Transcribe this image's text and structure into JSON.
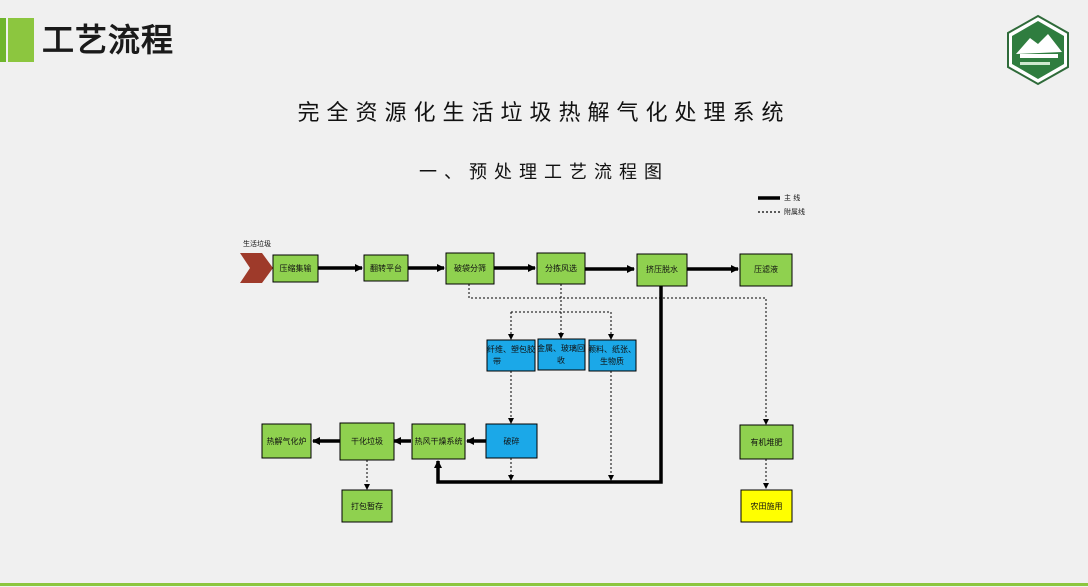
{
  "header": {
    "title": "工艺流程"
  },
  "document": {
    "title": "完全资源化生活垃圾热解气化处理系统",
    "subtitle": "一、预处理工艺流程图"
  },
  "legend": {
    "main_line": "主 线",
    "aux_line": "附属线"
  },
  "diagram": {
    "input_label": "生活垃圾",
    "nodes": {
      "compress_collect": "压缩集输",
      "tipping_platform": "翻转平台",
      "bag_break": "破袋分筛",
      "air_sort": "分拣风选",
      "squeeze_dewater": "挤压脱水",
      "filtrate": "压滤液",
      "fiber_plastic": [
        "纤维、塑包胶",
        "带"
      ],
      "metal_glass": [
        "金属、玻璃回",
        "收"
      ],
      "gravel_paper": [
        "颗料、纸张、",
        "生物质"
      ],
      "crush": "破碎",
      "hot_air_dry": "热风干燥系统",
      "dry_waste": "干化垃圾",
      "pyrolysis_furnace": "热解气化炉",
      "pack_storage": "打包暂存",
      "organic_fertilizer": "有机堆肥",
      "farmland": "农田施用"
    }
  },
  "colors": {
    "green_box": "#8fd14f",
    "blue_box": "#1ba8e8",
    "yellow_box": "#ffff00",
    "input_arrow": "#9e3a2a",
    "accent": "#8cc63f"
  }
}
